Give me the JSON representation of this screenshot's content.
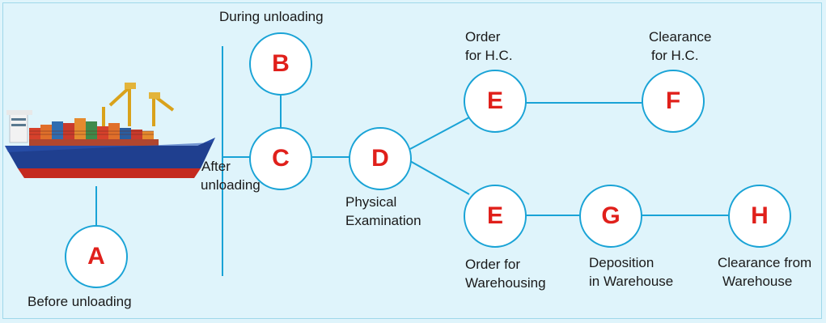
{
  "nodes": {
    "A": {
      "letter": "A",
      "label": "Before unloading"
    },
    "B": {
      "letter": "B",
      "label": "During unloading"
    },
    "C": {
      "letter": "C",
      "label_line1": "After",
      "label_line2": "unloading"
    },
    "D": {
      "letter": "D",
      "label_line1": "Physical",
      "label_line2": "Examination"
    },
    "E1": {
      "letter": "E",
      "label_line1": "Order",
      "label_line2": "for H.C."
    },
    "F": {
      "letter": "F",
      "label_line1": "Clearance",
      "label_line2": "for H.C."
    },
    "E2": {
      "letter": "E",
      "label_line1": "Order for",
      "label_line2": "Warehousing"
    },
    "G": {
      "letter": "G",
      "label_line1": "Deposition",
      "label_line2": "in Warehouse"
    },
    "H": {
      "letter": "H",
      "label_line1": "Clearance from",
      "label_line2": "Warehouse"
    }
  },
  "colors": {
    "background": "#dff4fb",
    "line": "#19a3d6",
    "letter": "#e0201b",
    "ship_hull": "#1f3f8f",
    "ship_bottom": "#c42a1f"
  },
  "image": {
    "icon": "cargo-ship-icon"
  }
}
